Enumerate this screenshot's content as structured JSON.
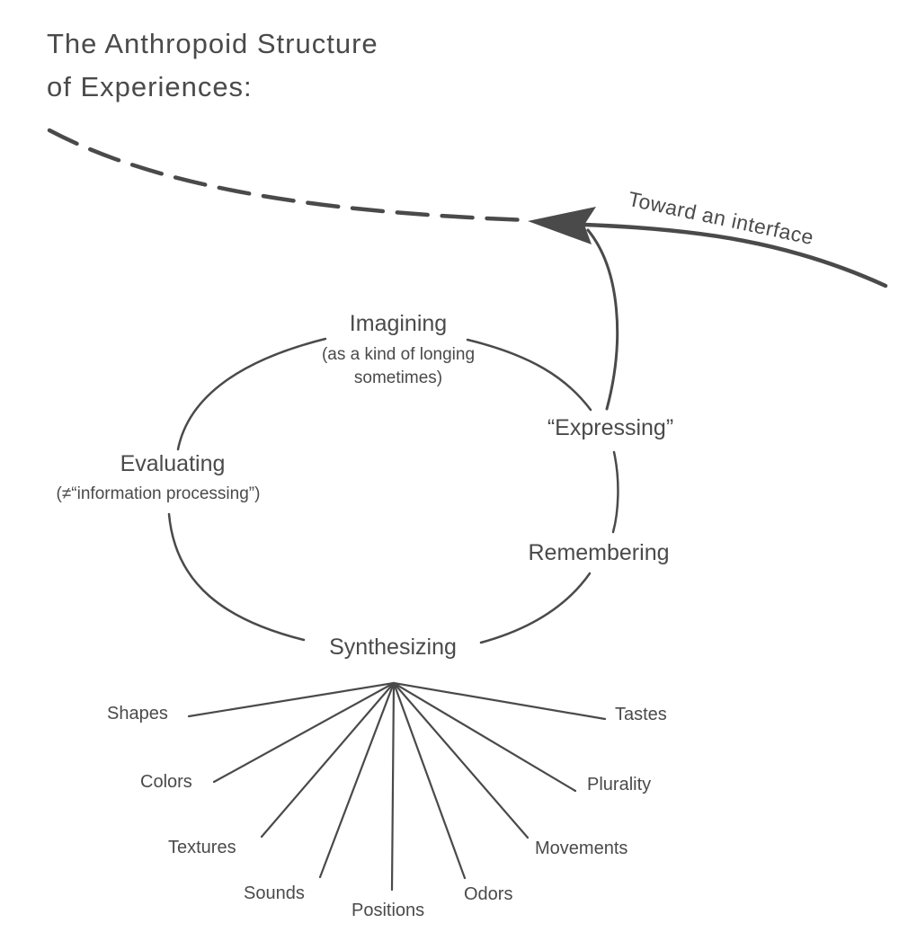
{
  "title": {
    "line1": "The Anthropoid Structure",
    "line2": "of Experiences:"
  },
  "interface_arrow": {
    "label": "Toward an interface",
    "style": "solid-to-dashed",
    "color": "#4a4a4a"
  },
  "cycle": {
    "nodes": [
      {
        "label": "Imagining",
        "note_line1": "(as a kind of longing",
        "note_line2": "sometimes)"
      },
      {
        "label": "“Expressing”"
      },
      {
        "label": "Remembering"
      },
      {
        "label": "Synthesizing"
      },
      {
        "label": "Evaluating",
        "note_line1": "(≠“information processing”)"
      }
    ]
  },
  "senses": {
    "items": [
      "Shapes",
      "Colors",
      "Textures",
      "Sounds",
      "Positions",
      "Odors",
      "Movements",
      "Plurality",
      "Tastes"
    ]
  }
}
